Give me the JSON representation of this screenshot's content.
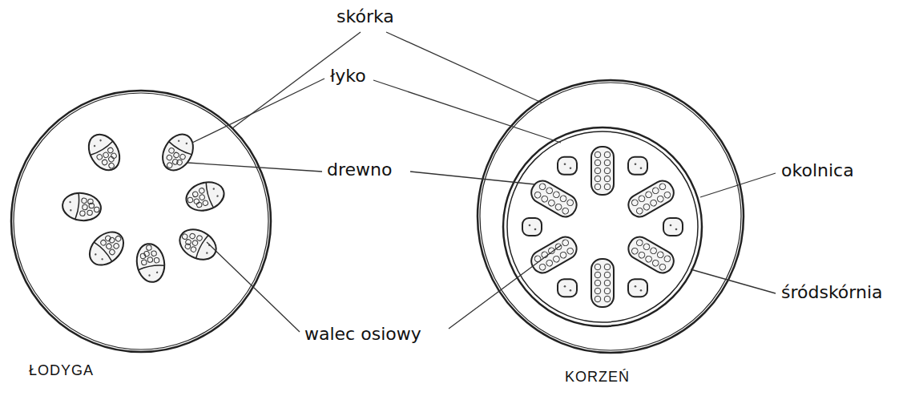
{
  "diagram": {
    "labels": [
      "skórka",
      "łyko",
      "drewno",
      "okolnica",
      "śródskórnia",
      "walec osiowy",
      "ŁODYGA",
      "KORZEŃ"
    ]
  }
}
